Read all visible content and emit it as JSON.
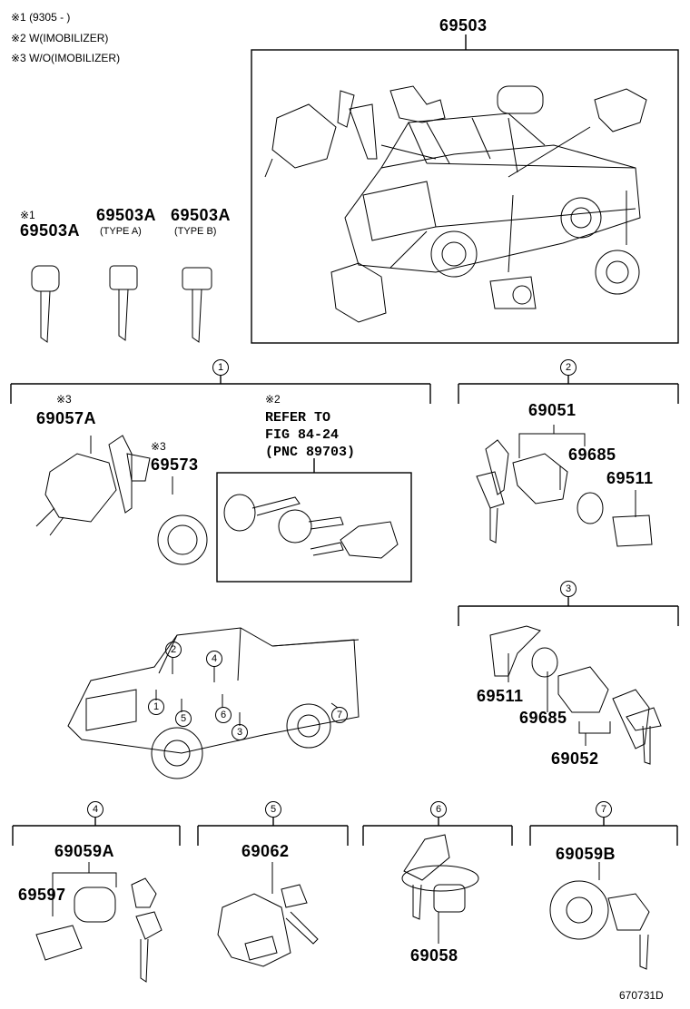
{
  "notes": {
    "n1": "※1 (9305 -        )",
    "n2": "※2 W(IMOBILIZER)",
    "n3": "※3 W/O(IMOBILIZER)"
  },
  "top_assembly": {
    "part": "69503"
  },
  "keys": {
    "k1_mark": "※1",
    "k1_part": "69503A",
    "k2_part": "69503A",
    "k2_type": "(TYPE A)",
    "k3_part": "69503A",
    "k3_type": "(TYPE B)"
  },
  "group1": {
    "label": "1",
    "ign_mark": "※3",
    "ign_part": "69057A",
    "ring_mark": "※3",
    "ring_part": "69573",
    "ref_mark": "※2",
    "ref_line1": "REFER TO",
    "ref_line2": "FIG 84-24",
    "ref_line3": "(PNC 89703)"
  },
  "group2": {
    "label": "2",
    "assy": "69051",
    "ring": "69685",
    "clip": "69511"
  },
  "group3": {
    "label": "3",
    "clip": "69511",
    "ring": "69685",
    "assy": "69052"
  },
  "locator": {
    "c1": "1",
    "c2": "2",
    "c3": "3",
    "c4": "4",
    "c5": "5",
    "c6": "6",
    "c7": "7"
  },
  "group4": {
    "label": "4",
    "assy": "69059A",
    "cyl": "69597"
  },
  "group5": {
    "label": "5",
    "assy": "69062"
  },
  "group6": {
    "label": "6",
    "assy": "69058"
  },
  "group7": {
    "label": "7",
    "assy": "69059B"
  },
  "footer": {
    "code": "670731D"
  }
}
